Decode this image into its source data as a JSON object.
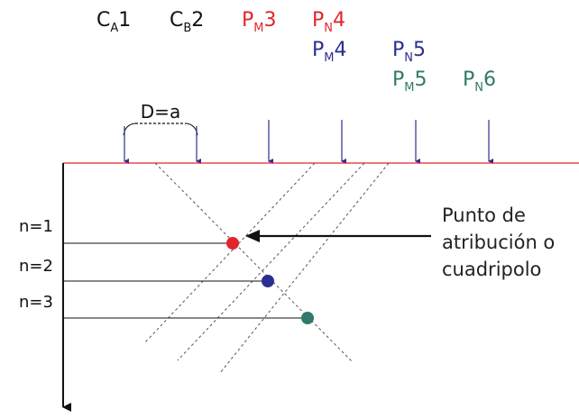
{
  "electrodes": [
    {
      "id": "C_A1",
      "prefix": "C",
      "sub": "A",
      "num": "1",
      "color": "#111111"
    },
    {
      "id": "C_B2",
      "prefix": "C",
      "sub": "B",
      "num": "2",
      "color": "#111111"
    },
    {
      "id": "P_M3",
      "prefix": "P",
      "sub": "M",
      "num": "3",
      "color": "#e0262b"
    },
    {
      "id": "P_N4",
      "prefix": "P",
      "sub": "N",
      "num": "4",
      "color": "#e0262b"
    },
    {
      "id": "P_M4",
      "prefix": "P",
      "sub": "M",
      "num": "4",
      "color": "#2b2f8f"
    },
    {
      "id": "P_N5",
      "prefix": "P",
      "sub": "N",
      "num": "5",
      "color": "#2b2f8f"
    },
    {
      "id": "P_M5",
      "prefix": "P",
      "sub": "M",
      "num": "5",
      "color": "#2f7a6a"
    },
    {
      "id": "P_N6",
      "prefix": "P",
      "sub": "N",
      "num": "6",
      "color": "#2f7a6a"
    }
  ],
  "spacing_label": "D=a",
  "levels": [
    {
      "label": "n=1",
      "color": "#e0262b"
    },
    {
      "label": "n=2",
      "color": "#2b2f8f"
    },
    {
      "label": "n=3",
      "color": "#2f7a6a"
    }
  ],
  "callout": [
    "Punto de",
    "atribución o",
    "cuadripolo"
  ],
  "colors": {
    "surface": "#e0262b",
    "arrow": "#2b2f8f",
    "axis": "#111111",
    "guide": "#555555"
  }
}
